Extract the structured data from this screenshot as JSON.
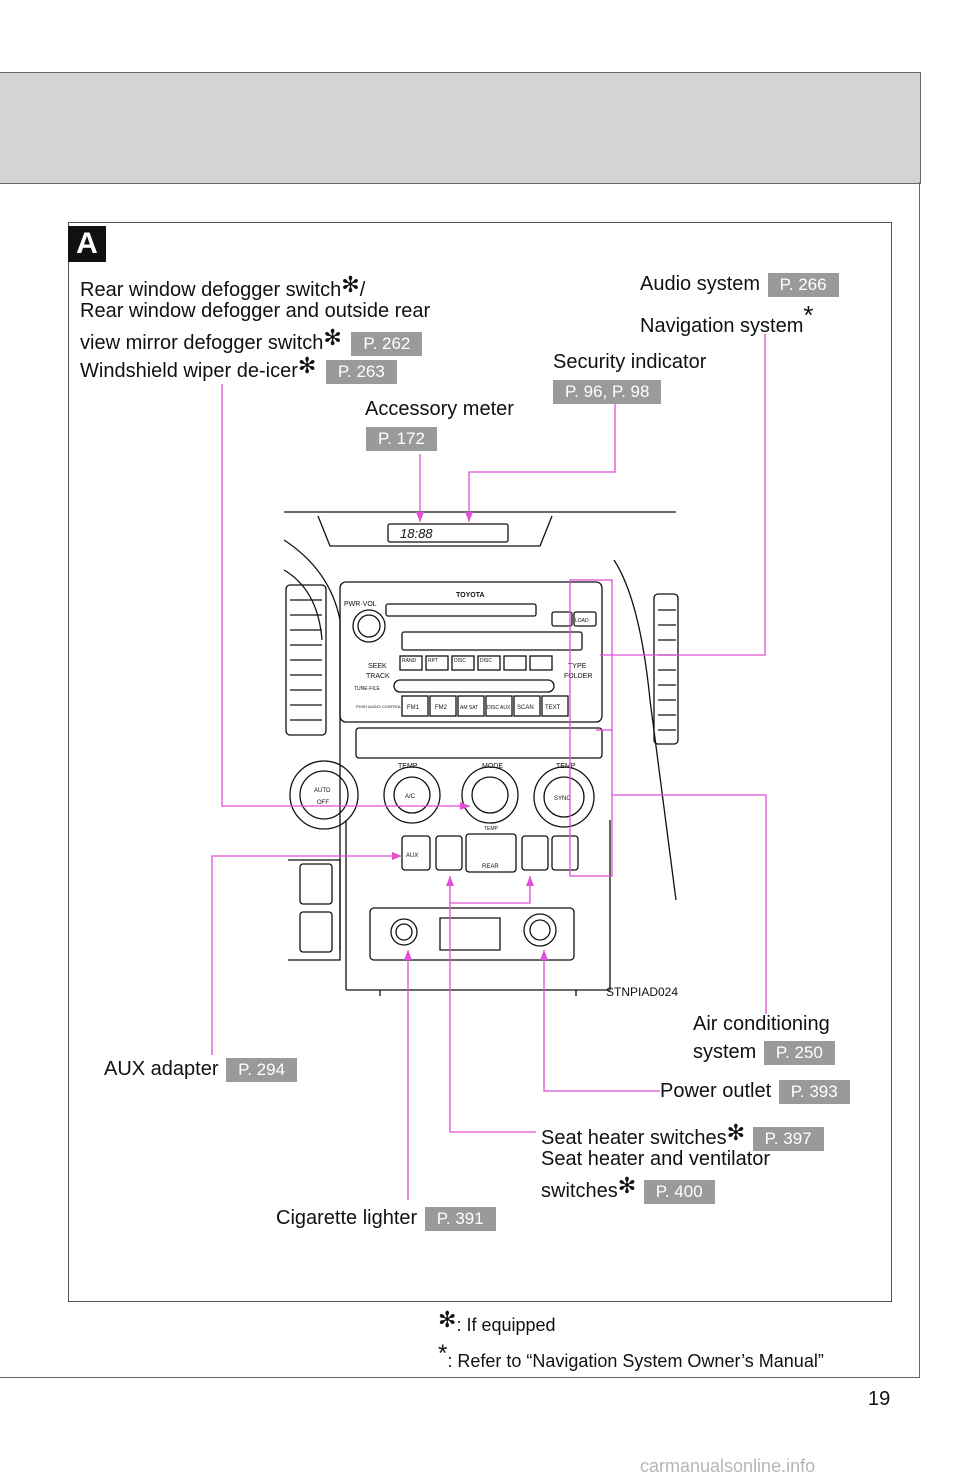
{
  "section_letter": "A",
  "callouts": {
    "defogger": {
      "line1": "Rear window defogger switch",
      "line1_suffix": "/",
      "line2": "Rear window defogger and outside rear",
      "line3": "view mirror defogger switch",
      "line3_page": "P. 262",
      "line4": "Windshield wiper de-icer",
      "line4_page": "P. 263"
    },
    "audio": {
      "label": "Audio system",
      "page": "P. 266"
    },
    "navigation": {
      "label": "Navigation system"
    },
    "security": {
      "label": "Security indicator",
      "page": "P. 96, P. 98"
    },
    "accessory_meter": {
      "label": "Accessory meter",
      "page": "P. 172"
    },
    "air_conditioning": {
      "line1": "Air conditioning",
      "line2": "system",
      "page": "P. 250"
    },
    "aux_adapter": {
      "label": "AUX adapter",
      "page": "P. 294"
    },
    "power_outlet": {
      "label": "Power outlet",
      "page": "P. 393"
    },
    "seat_heater": {
      "line1": "Seat heater switches",
      "line1_page": "P. 397",
      "line2": "Seat heater and ventilator",
      "line3": "switches",
      "line3_page": "P. 400"
    },
    "cigarette_lighter": {
      "label": "Cigarette lighter",
      "page": "P. 391"
    }
  },
  "illustration": {
    "code": "STNPIAD024",
    "clock": "18:88",
    "brand": "TOYOTA",
    "labels": {
      "pwr_vol": "PWR·VOL",
      "load": "LOAD",
      "seek": "SEEK",
      "track": "TRACK",
      "rand": "RAND",
      "rpt": "RPT",
      "disc_down": "DISC",
      "disc_up": "DISC",
      "type": "TYPE",
      "folder": "FOLDER",
      "tune_file": "TUNE·FILE",
      "push_audio": "PUSH AUDIO CONTROL",
      "fm1": "FM1",
      "fm2": "FM2",
      "am_sat": "AM SAT",
      "disc_aux": "DISC AUX",
      "scan": "SCAN",
      "text": "TEXT",
      "temp": "TEMP",
      "mode": "MODE",
      "pass_temp": "TEMP",
      "auto": "AUTO",
      "off": "OFF",
      "ac": "A/C",
      "sync": "SYNC",
      "aux": "AUX",
      "rear": "REAR",
      "rear_temp": "TEMP"
    }
  },
  "footnotes": {
    "if_equipped": ": If equipped",
    "nav_manual": ": Refer to “Navigation System Owner’s Manual”"
  },
  "page_number": "19",
  "watermark": "carmanualsonline.info",
  "colors": {
    "leader": "#e04fd6",
    "tag": "#9a9a9a"
  },
  "icons": {
    "if_equipped_mark": "asterisk-icon",
    "nav_mark": "asterisk-icon"
  }
}
